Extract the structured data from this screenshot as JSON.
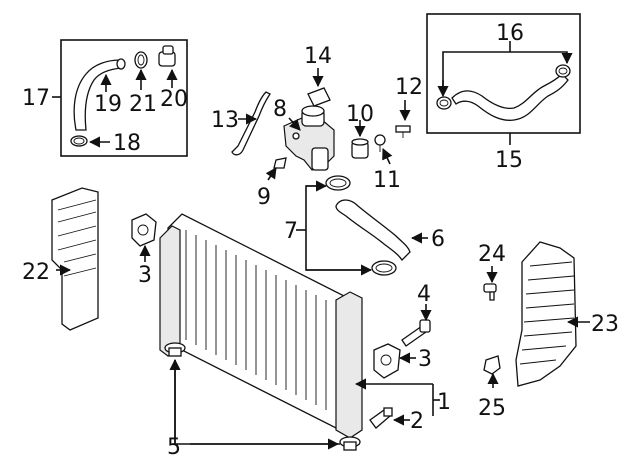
{
  "callouts": {
    "c1": "1",
    "c2": "2",
    "c3a": "3",
    "c3b": "3",
    "c4": "4",
    "c5": "5",
    "c6": "6",
    "c7": "7",
    "c8": "8",
    "c9": "9",
    "c10": "10",
    "c11": "11",
    "c12": "12",
    "c13": "13",
    "c14": "14",
    "c15": "15",
    "c16": "16",
    "c17": "17",
    "c18": "18",
    "c19": "19",
    "c20": "20",
    "c21": "21",
    "c22": "22",
    "c23": "23",
    "c24": "24",
    "c25": "25"
  }
}
